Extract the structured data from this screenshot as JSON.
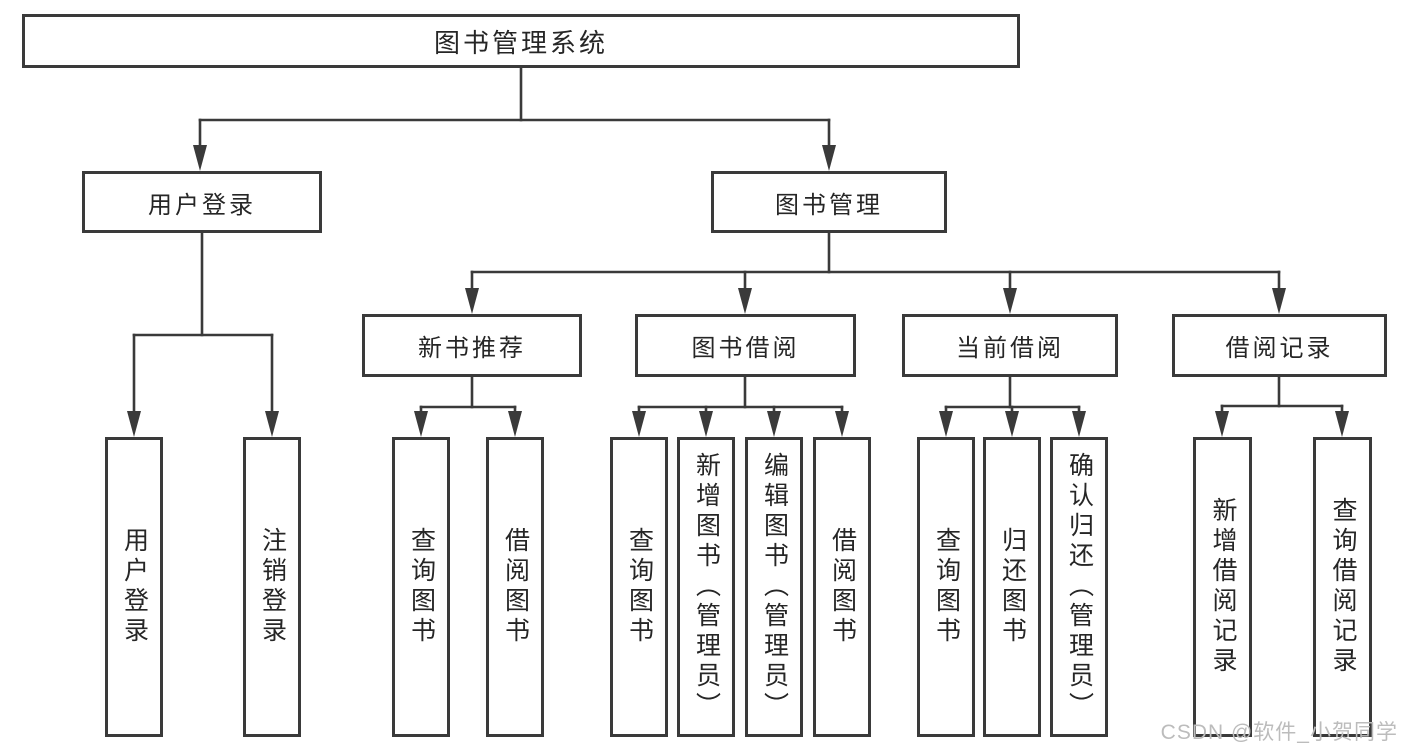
{
  "tree": {
    "label": "图书管理系统",
    "children": [
      {
        "label": "用户登录",
        "children": [
          {
            "label": "用户登录"
          },
          {
            "label": "注销登录"
          }
        ]
      },
      {
        "label": "图书管理",
        "children": [
          {
            "label": "新书推荐",
            "children": [
              {
                "label": "查询图书"
              },
              {
                "label": "借阅图书"
              }
            ]
          },
          {
            "label": "图书借阅",
            "children": [
              {
                "label": "查询图书"
              },
              {
                "label": "新增图书（管理员）"
              },
              {
                "label": "编辑图书（管理员）"
              },
              {
                "label": "借阅图书"
              }
            ]
          },
          {
            "label": "当前借阅",
            "children": [
              {
                "label": "查询图书"
              },
              {
                "label": "归还图书"
              },
              {
                "label": "确认归还（管理员）"
              }
            ]
          },
          {
            "label": "借阅记录",
            "children": [
              {
                "label": "新增借阅记录"
              },
              {
                "label": "查询借阅记录"
              }
            ]
          }
        ]
      }
    ]
  },
  "watermark": "CSDN @软件_小贺同学",
  "colors": {
    "line": "#3a3a3a",
    "box_border": "#3a3a3a",
    "text": "#262626",
    "watermark": "#bcbcbc",
    "background": "#ffffff"
  }
}
